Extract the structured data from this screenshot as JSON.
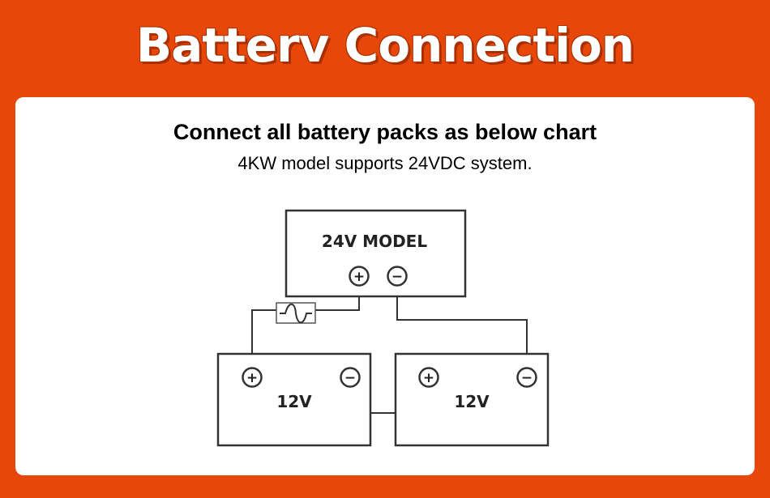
{
  "header": {
    "title": "Batterv Connection"
  },
  "card": {
    "heading": "Connect all battery packs as below chart",
    "subheading": "4KW model supports 24VDC system."
  },
  "diagram": {
    "inverter_label": "24V MODEL",
    "battery_left_label": "12V",
    "battery_right_label": "12V",
    "terminal_positive": "+",
    "terminal_negative": "−"
  },
  "colors": {
    "accent": "#e8470a",
    "card": "#ffffff",
    "line": "#333333"
  }
}
